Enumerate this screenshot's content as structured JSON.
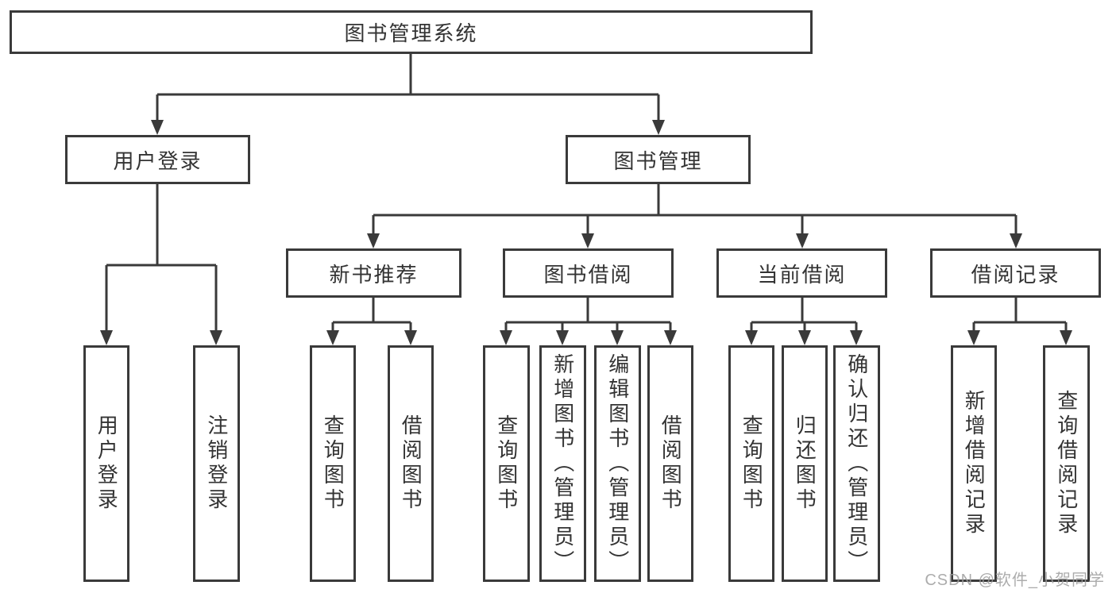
{
  "diagram": {
    "root": {
      "label": "图书管理系统"
    },
    "level1": [
      {
        "label": "用户登录",
        "parent": "图书管理系统"
      },
      {
        "label": "图书管理",
        "parent": "图书管理系统"
      }
    ],
    "level2": [
      {
        "label": "新书推荐",
        "parent": "图书管理"
      },
      {
        "label": "图书借阅",
        "parent": "图书管理"
      },
      {
        "label": "当前借阅",
        "parent": "图书管理"
      },
      {
        "label": "借阅记录",
        "parent": "图书管理"
      }
    ],
    "leaves": [
      {
        "label": "用户登录",
        "parent": "用户登录"
      },
      {
        "label": "注销登录",
        "parent": "用户登录"
      },
      {
        "label": "查询图书",
        "parent": "新书推荐"
      },
      {
        "label": "借阅图书",
        "parent": "新书推荐"
      },
      {
        "label": "查询图书",
        "parent": "图书借阅"
      },
      {
        "label": "新增图书（管理员）",
        "parent": "图书借阅"
      },
      {
        "label": "编辑图书（管理员）",
        "parent": "图书借阅"
      },
      {
        "label": "借阅图书",
        "parent": "图书借阅"
      },
      {
        "label": "查询图书",
        "parent": "当前借阅"
      },
      {
        "label": "归还图书",
        "parent": "当前借阅"
      },
      {
        "label": "确认归还（管理员）",
        "parent": "当前借阅"
      },
      {
        "label": "新增借阅记录",
        "parent": "借阅记录"
      },
      {
        "label": "查询借阅记录",
        "parent": "借阅记录"
      }
    ],
    "watermark": "CSDN @软件_小贺同学",
    "colors": {
      "line": "#3a3a3a",
      "text": "#333333",
      "background": "#ffffff",
      "watermark": "#9e9e9e"
    }
  }
}
